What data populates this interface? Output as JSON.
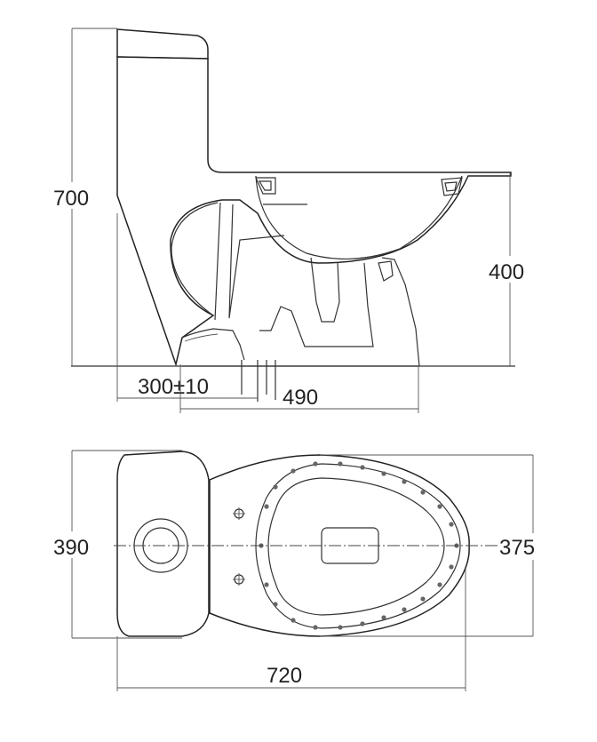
{
  "side_view": {
    "dim_height": "700",
    "dim_seat_height": "400",
    "dim_rough_in": "300±10",
    "dim_base_depth": "490"
  },
  "top_view": {
    "dim_tank_width": "390",
    "dim_bowl_width": "375",
    "dim_total_length": "720"
  },
  "colors": {
    "line": "#222222",
    "background": "#ffffff"
  }
}
